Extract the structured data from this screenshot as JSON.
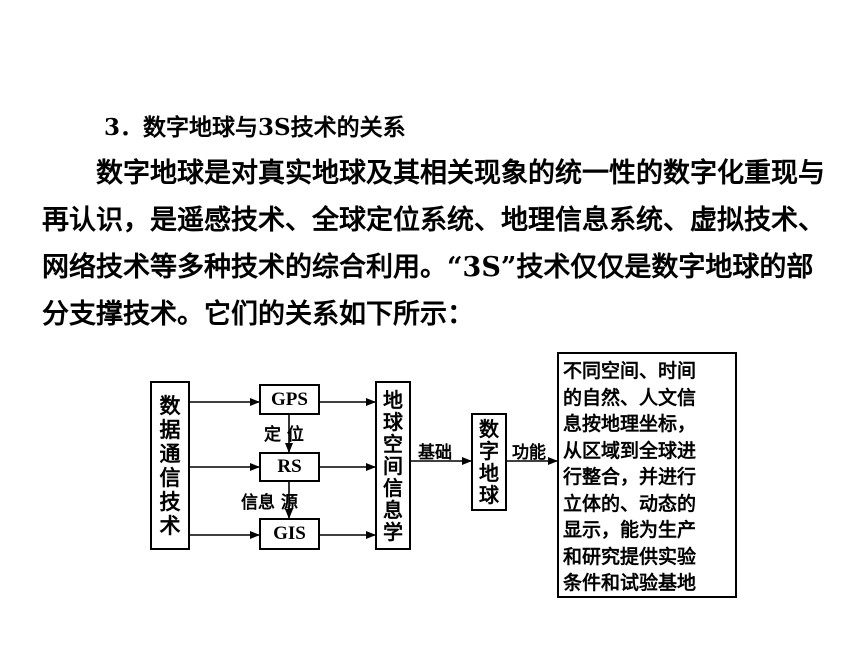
{
  "heading": "3．数字地球与3S技术的关系",
  "paragraph": "数字地球是对真实地球及其相关现象的统一性的数字化重现与再认识，是遥感技术、全球定位系统、地理信息系统、虚拟技术、网络技术等多种技术的综合利用。“3S”技术仅仅是数字地球的部分支撑技术。它们的关系如下所示：",
  "diagram": {
    "data_comm": [
      "数",
      "据",
      "通",
      "信",
      "技",
      "术"
    ],
    "gps": "GPS",
    "rs": "RS",
    "gis": "GIS",
    "label_positioning": "定 位",
    "label_info_source": "信息 源",
    "geo_info_science": [
      "地",
      "球",
      "空",
      "间",
      "信",
      "息",
      "学"
    ],
    "label_basis": "基础",
    "digital_earth": [
      "数",
      "字",
      "地",
      "球"
    ],
    "label_function": "功能",
    "description_lines": [
      "不同空间、时间",
      "的自然、人文信",
      "息按地理坐标，",
      "从区域到全球进",
      "行整合，并进行",
      "立体的、动态的",
      "显示，能为生产",
      "和研究提供实验",
      "条件和试验基地"
    ]
  }
}
